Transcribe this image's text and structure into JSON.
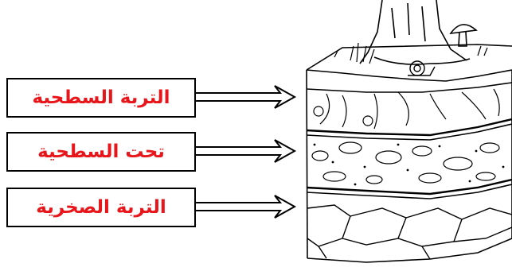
{
  "diagram": {
    "labels": [
      {
        "id": "topsoil",
        "text": "التربة السطحية"
      },
      {
        "id": "subsoil",
        "text": "تحت السطحية"
      },
      {
        "id": "bedrock",
        "text": "التربة الصخرية"
      }
    ],
    "colors": {
      "label_text": "#e8161b",
      "outline": "#000000",
      "background": "#ffffff"
    },
    "illustration": "soil-layers-block-icon"
  }
}
